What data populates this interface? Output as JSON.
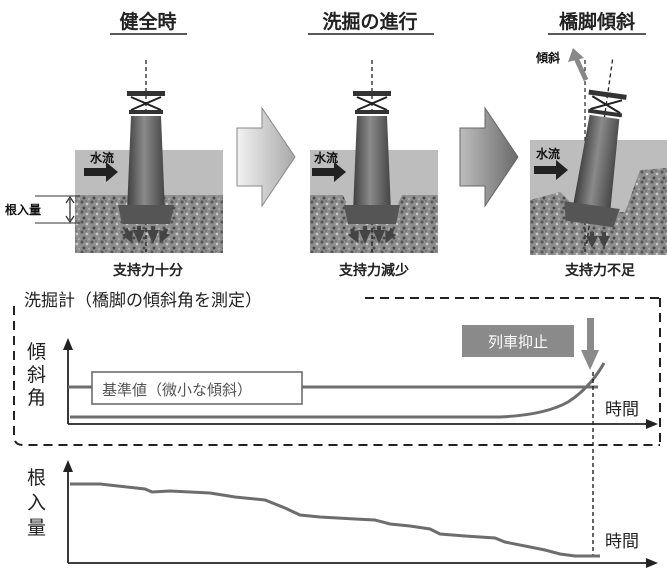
{
  "stages": [
    {
      "title": "健全時",
      "caption": "支持力十分",
      "flow_label": "水流",
      "depth_label": "根入量"
    },
    {
      "title": "洗掘の進行",
      "caption": "支持力減少",
      "flow_label": "水流"
    },
    {
      "title": "橋脚傾斜",
      "caption": "支持力不足",
      "flow_label": "水流",
      "tilt_label": "傾斜"
    }
  ],
  "monitor": {
    "title": "洗掘計（橋脚の傾斜角を測定）",
    "threshold_label": "基準値（微小な傾斜）",
    "action_label": "列車抑止",
    "y_axis_chars": [
      "傾",
      "斜",
      "角"
    ],
    "x_axis_label": "時間"
  },
  "depth_chart": {
    "y_axis_chars": [
      "根",
      "入",
      "量"
    ],
    "x_axis_label": "時間"
  },
  "colors": {
    "line": "#6d6d6d",
    "water": "#bdbdbd",
    "pier": "#5a5a5a",
    "action_box": "#8a8a8a"
  }
}
